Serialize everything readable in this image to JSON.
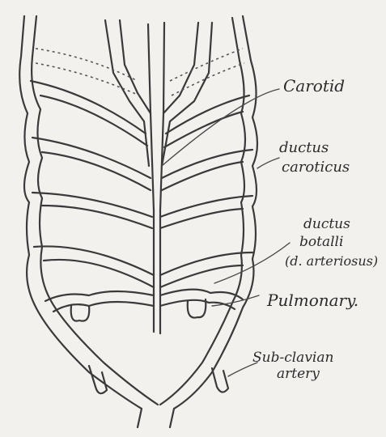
{
  "labels": {
    "carotid": "Carotid",
    "ductus_caroticus": [
      "ductus",
      "caroticus"
    ],
    "ductus_botalli": [
      "ductus",
      "botalli",
      "(d. arteriosus)"
    ],
    "pulmonary": "Pulmonary.",
    "subclavian": [
      "Sub-clavian",
      "artery"
    ]
  }
}
